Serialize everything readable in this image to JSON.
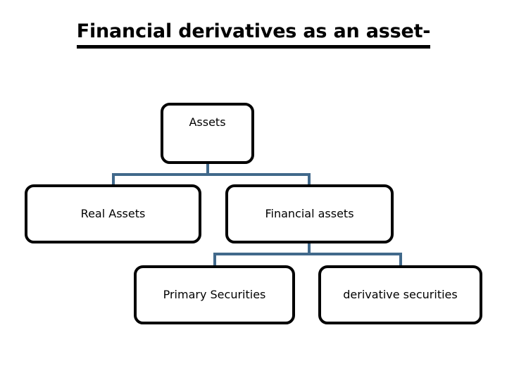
{
  "slide": {
    "title": "Financial derivatives as an asset-",
    "background_color": "#ffffff"
  },
  "theme": {
    "box_border_color": "#000000",
    "box_fill_color": "#ffffff",
    "connector_color": "#41698b",
    "text_color": "#000000"
  },
  "diagram": {
    "type": "hierarchy",
    "levels": [
      {
        "level": 1,
        "nodes": [
          {
            "id": "assets",
            "label": "Assets"
          }
        ]
      },
      {
        "level": 2,
        "nodes": [
          {
            "id": "real-assets",
            "label": "Real Assets"
          },
          {
            "id": "financial-assets",
            "label": "Financial assets"
          }
        ]
      },
      {
        "level": 3,
        "nodes": [
          {
            "id": "primary-securities",
            "label": "Primary Securities"
          },
          {
            "id": "derivative-securities",
            "label": "derivative securities"
          }
        ]
      }
    ],
    "edges": [
      {
        "from": "assets",
        "to": "real-assets"
      },
      {
        "from": "assets",
        "to": "financial-assets"
      },
      {
        "from": "financial-assets",
        "to": "primary-securities"
      },
      {
        "from": "financial-assets",
        "to": "derivative-securities"
      }
    ]
  }
}
